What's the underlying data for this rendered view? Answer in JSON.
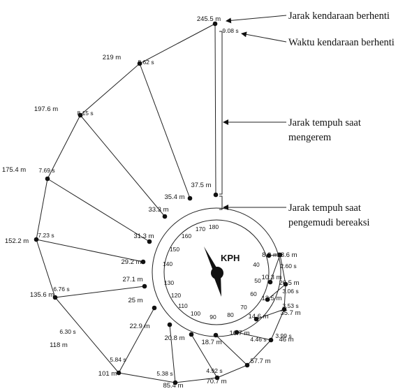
{
  "center_unit": "KPH",
  "speeds": [
    "40",
    "50",
    "60",
    "70",
    "80",
    "90",
    "100",
    "110",
    "120",
    "130",
    "140",
    "150",
    "160",
    "170",
    "180"
  ],
  "reaction_distances": [
    "8.3 m",
    "10.3 m",
    "12.5 m",
    "14.6 m",
    "16.7 m",
    "18.7 m",
    "20.8 m",
    "22.9 m",
    "25 m",
    "27.1 m",
    "29.2 m",
    "31.3 m",
    "33.3 m",
    "35.4 m",
    "37.5 m"
  ],
  "stopping_distances": [
    "18.6 m",
    "26.5 m",
    "35.7 m",
    "46 m",
    "57.7 m",
    "70.7 m",
    "85.4 m",
    "101 m",
    "118 m",
    "135.6 m",
    "152.2 m",
    "175.4 m",
    "197.6 m",
    "219 m",
    "245.5 m"
  ],
  "stopping_times": [
    "2.60 s",
    "3.06 s",
    "3.53 s",
    "3.99 s",
    "4.46 s",
    "4.92 s",
    "5.38 s",
    "5.84 s",
    "6.30 s",
    "6.76 s",
    "7.23 s",
    "7.69 s",
    "8.15 s",
    "8.62 s",
    "9.08 s"
  ],
  "annotations": {
    "stop_distance": "Jarak kendaraan berhenti",
    "stop_time": "Waktu kendaraan berhenti",
    "braking_line1": "Jarak tempuh saat",
    "braking_line2": "mengerem",
    "reaction_line1": "Jarak tempuh saat",
    "reaction_line2": "pengemudi bereaksi"
  }
}
